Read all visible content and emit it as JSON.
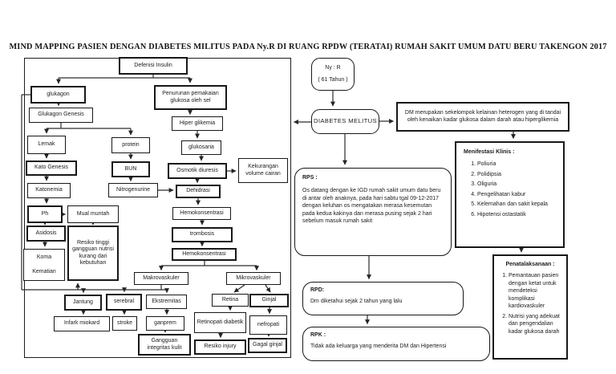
{
  "title": "MIND MAPPING PASIEN DENGAN  DIABETES MILITUS  PADA Ny.R DI RUANG RPDW (TERATAI) RUMAH SAKIT UMUM DATU BERU TAKENGON 2017",
  "patient": {
    "name": "Ny : R",
    "age": "( 61 Tahun )"
  },
  "diagnosis": "DIABETES MELITUS",
  "nodes": {
    "defenisi_insulin": "Defenisi Insulin",
    "glukagon": "glukagon",
    "glukagon_genesis": "Glukagon Genesis",
    "lemak": "Lemak",
    "protein": "protein",
    "kato_genesis": "Kato Genesis",
    "bun": "BUN",
    "katonemia": "Katonemia",
    "nitrogenurine": "Nitrogenurine",
    "ph": "Ph",
    "mual_muntah": "Mual muntah",
    "asidosis": "Asidosis",
    "resiko_nutrisi": "Resiko tinggi gangguan nutrisi kurang dari kebutuhan",
    "koma": "Koma",
    "kematian": "Kematian",
    "penurunan": "Penurunan pemakaian glukosa oleh sel",
    "hiper_glikemia": "Hiper glikemia",
    "glukosaria": "glukosaria",
    "osmotik_diuresis": "Osmotik diuresis",
    "kekurangan_volume": "Kekurangan volume cairan",
    "dehidrasi": "Dehidrasi",
    "hemokonsentrasi_1": "Hemokonsentrasi",
    "trombosis": "trombosis",
    "hemokonsentrasi_2": "Hemokonsentrasi",
    "makrovaskuler": "Makrovaskuler",
    "mikrovaskuler": "Mikrovaskuler",
    "jantung": "Jantung",
    "serebral": "serebral",
    "ekstremitas": "Ekstremitas",
    "infark_miokard": "Infark miokard",
    "stroke": "stroke",
    "ganprem": "ganprem",
    "gangguan_integritas": "Gangguan integritas kulit",
    "retina": "Retina",
    "ginjal": "Ginjal",
    "retinopati": "Retinopati diabetik",
    "nefropati": "nefropati",
    "resiko_injury": "Resiko injury",
    "gagal_ginjal": "Gagal ginjal"
  },
  "panels": {
    "dm_info": "DM merupakan sekelompok kelainan heterogen yang di tandai oleh kenaikan kadar glukosa dalam darah atau hiperglikemia",
    "manifestasi": {
      "title": "Menifestasi Klinis :",
      "items": [
        "Poliuria",
        "Polidipsia",
        "Oliguria",
        "Pengelihatan kabur",
        "Kelemahan dan sakit kepala",
        "Hipotensi ostastatik"
      ]
    },
    "rps": {
      "label": "RPS :",
      "body": "Os datang dengan ke IGD rumah sakit umum datu beru di antar oleh anaknya, pada hari sabtu tgal 09-12-2017 dengan keluhan os mengatakan merasa kesemutan pada kedua kakinya dan merasa pusing sejak 2 hari sebelum masuk rumah sakit"
    },
    "rpd": {
      "label": "RPD:",
      "body": "Dm diketahui sejak 2 tahun yang lalu"
    },
    "rpk": {
      "label": "RPK :",
      "body": "Tidak ada keluarga yang menderita DM dan Hipertensi"
    },
    "penatalaksanaan": {
      "title": "Penatalaksanaan :",
      "items": [
        "Pemantauan pasien dengan ketat untuk mendeteksi komplikasi kardiovaskuler",
        "Nutrisi yang adekuat dan pengendalian kadar glukosa darah"
      ]
    }
  },
  "colors": {
    "ink": "#1b1b1b",
    "background": "#ffffff"
  }
}
